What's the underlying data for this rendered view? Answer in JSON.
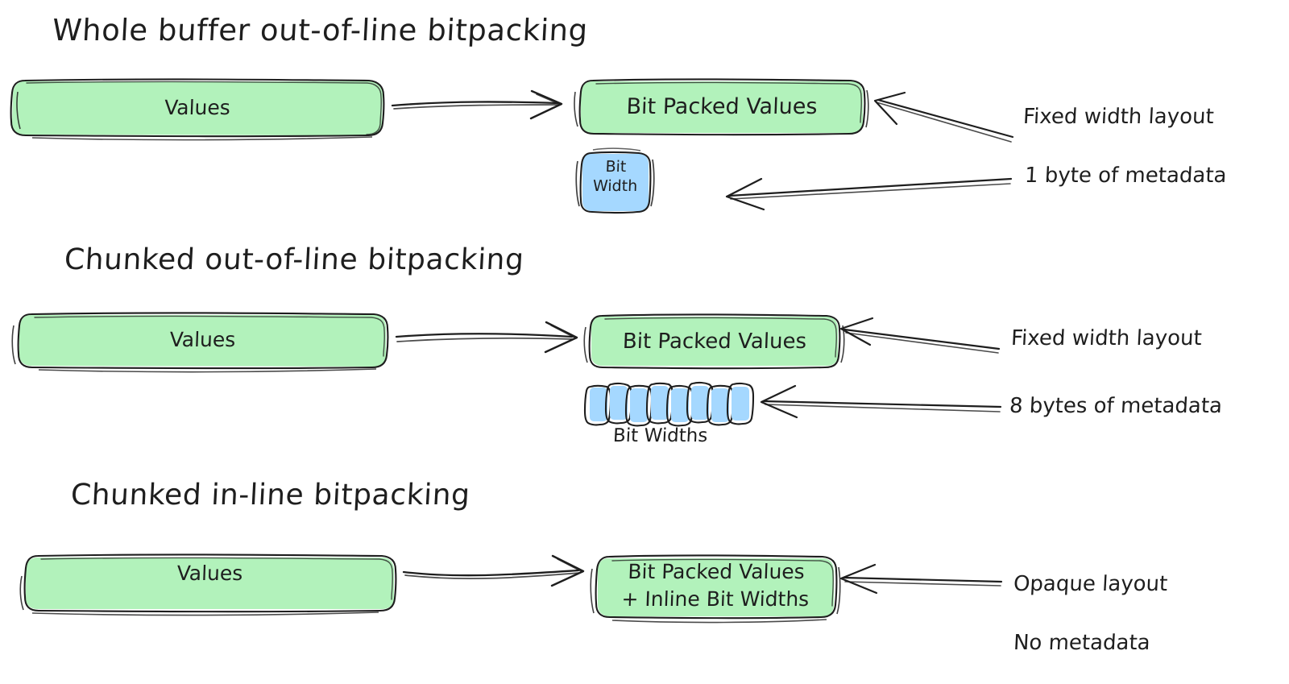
{
  "theme": {
    "background": "#ffffff",
    "green_fill": "#b2f2bb",
    "blue_fill": "#a5d8ff",
    "stroke": "#1e1e1e",
    "text": "#1e1e1e"
  },
  "sections": [
    {
      "id": "whole-buffer",
      "heading": "Whole buffer out-of-line bitpacking",
      "source_box": "Values",
      "target_box": "Bit Packed Values",
      "meta_box": "Bit Width",
      "meta_box_line1": "Bit",
      "meta_box_line2": "Width",
      "annotation_top": "Fixed width layout",
      "annotation_bottom": "1 byte of metadata"
    },
    {
      "id": "chunked-out-of-line",
      "heading": "Chunked out-of-line bitpacking",
      "source_box": "Values",
      "target_box": "Bit Packed Values",
      "chunks_caption": "Bit Widths",
      "chunk_count": 8,
      "annotation_top": "Fixed width layout",
      "annotation_bottom": "8 bytes of metadata"
    },
    {
      "id": "chunked-in-line",
      "heading": "Chunked in-line bitpacking",
      "source_box": "Values",
      "target_box_line1": "Bit Packed Values",
      "target_box_line2": "+ Inline Bit Widths",
      "annotation_top": "Opaque layout",
      "annotation_bottom": "No metadata"
    }
  ]
}
